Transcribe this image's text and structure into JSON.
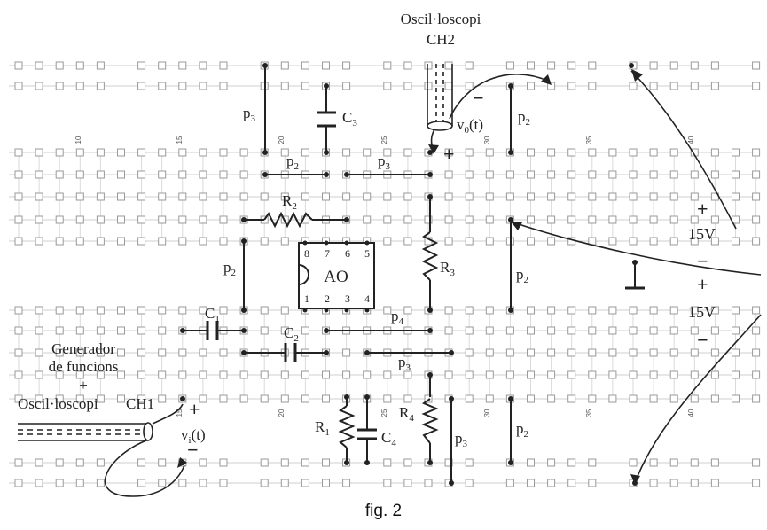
{
  "figure": {
    "caption": "fig. 2"
  },
  "column_numbers": {
    "top": [
      "10",
      "15",
      "20",
      "25",
      "30",
      "35",
      "40"
    ],
    "bottom": [
      "15",
      "20",
      "25",
      "30",
      "35",
      "40"
    ]
  },
  "ic": {
    "label": "AO",
    "pins_top": [
      "8",
      "7",
      "6",
      "5"
    ],
    "pins_bottom": [
      "1",
      "2",
      "3",
      "4"
    ]
  },
  "components": {
    "C1": "C",
    "C1_sub": "1",
    "C2": "C",
    "C2_sub": "2",
    "C3": "C",
    "C3_sub": "3",
    "C4": "C",
    "C4_sub": "4",
    "R1": "R",
    "R1_sub": "1",
    "R2": "R",
    "R2_sub": "2",
    "R3": "R",
    "R3_sub": "3",
    "R4": "R",
    "R4_sub": "4"
  },
  "jumpers": {
    "p2": "p",
    "p2_sub": "2",
    "p3": "p",
    "p3_sub": "3",
    "p4": "p",
    "p4_sub": "4"
  },
  "instruments": {
    "osc_ch2_line1": "Oscil·loscopi",
    "osc_ch2_line2": "CH2",
    "vo_main": "v",
    "vo_sub": "0",
    "vo_tail": "(t)",
    "gen_line1": "Generador",
    "gen_line2": "de funcions",
    "gen_plus": "+",
    "osc_ch1": "Oscil·loscopi",
    "ch1": "CH1",
    "vi_main": "v",
    "vi_sub": "i",
    "vi_tail": "(t)"
  },
  "supplies": {
    "voltage_1": "15V",
    "voltage_2": "15V"
  },
  "signs": {
    "plus": "+",
    "minus": "−"
  }
}
